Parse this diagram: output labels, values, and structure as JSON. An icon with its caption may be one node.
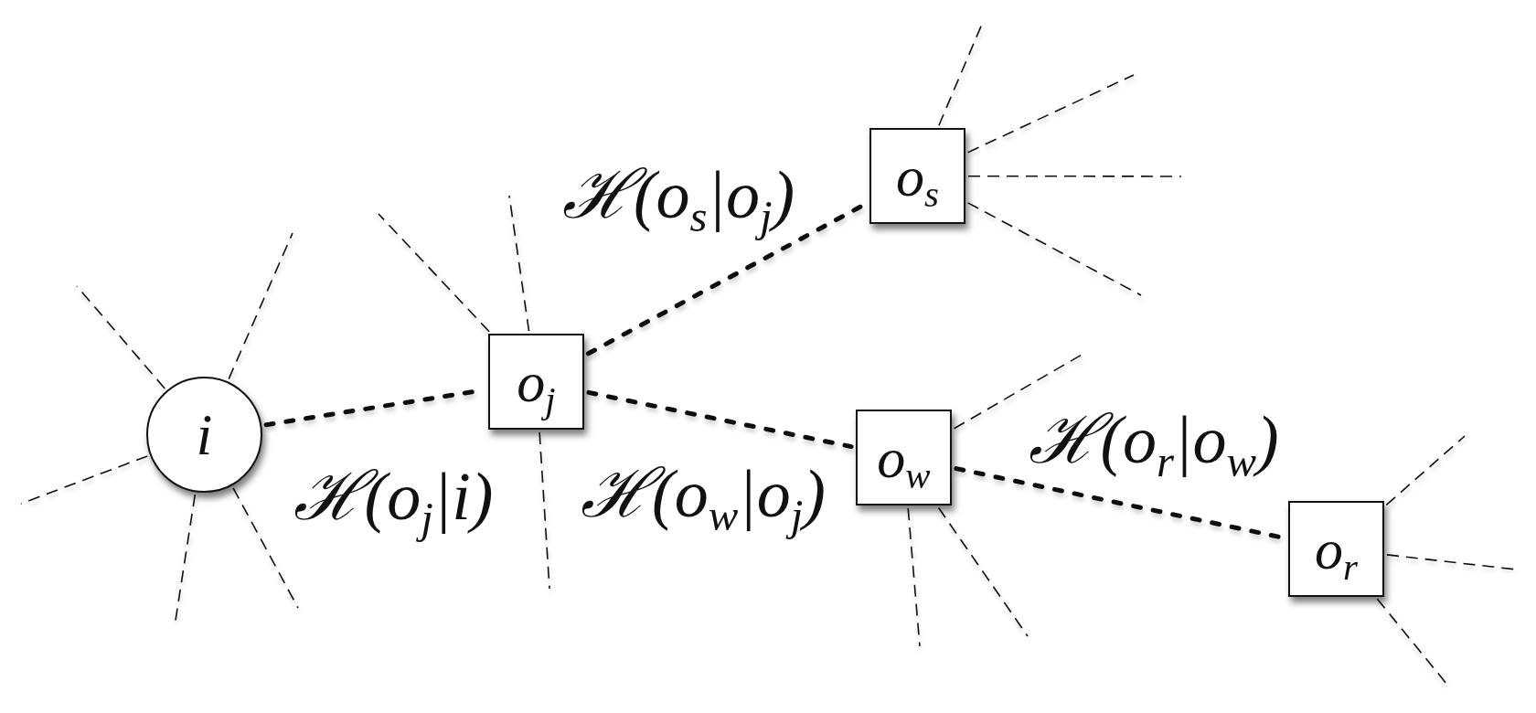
{
  "diagram": {
    "nodes": [
      {
        "text": [
          "i"
        ]
      },
      {
        "text": [
          "o$_{j}$"
        ]
      },
      {
        "text": [
          "o$_{s}$"
        ]
      },
      {
        "text": [
          "o$_{w}$"
        ]
      },
      {
        "text": [
          "o$_{r}$"
        ]
      }
    ],
    "edges": [
      {
        "from": 0,
        "to": 1,
        "arrow": "none",
        "label": "ℋ(o$_{j}$|i)",
        "style": "dashed"
      },
      {
        "from": 1,
        "to": 2,
        "arrow": "none",
        "label": "ℋ(o$_{s}$|o$_{j}$)",
        "style": "dashed"
      },
      {
        "from": 1,
        "to": 3,
        "arrow": "none",
        "label": "ℋ(o$_{w}$|o$_{j}$)",
        "style": "dashed"
      },
      {
        "from": 3,
        "to": 4,
        "arrow": "none",
        "label": "ℋ(o$_{r}$|o$_{w}$)",
        "style": "dashed"
      },
      {
        "from": 0,
        "to": null,
        "arrow": "none",
        "style": "dashed"
      },
      {
        "from": 0,
        "to": null,
        "arrow": "none",
        "style": "dashed"
      },
      {
        "from": 0,
        "to": null,
        "arrow": "none",
        "style": "dashed"
      },
      {
        "from": 0,
        "to": null,
        "arrow": "none",
        "style": "dashed"
      },
      {
        "from": 0,
        "to": null,
        "arrow": "none",
        "style": "dashed"
      },
      {
        "from": 1,
        "to": null,
        "arrow": "none",
        "style": "dashed"
      },
      {
        "from": 1,
        "to": null,
        "arrow": "none",
        "style": "dashed"
      },
      {
        "from": 1,
        "to": null,
        "arrow": "none",
        "style": "dashed"
      },
      {
        "from": 2,
        "to": null,
        "arrow": "none",
        "style": "dashed"
      },
      {
        "from": 2,
        "to": null,
        "arrow": "none",
        "style": "dashed"
      },
      {
        "from": 2,
        "to": null,
        "arrow": "none",
        "style": "dashed"
      },
      {
        "from": 2,
        "to": null,
        "arrow": "none",
        "style": "dashed"
      },
      {
        "from": 3,
        "to": null,
        "arrow": "none",
        "style": "dashed"
      },
      {
        "from": 3,
        "to": null,
        "arrow": "none",
        "style": "dashed"
      },
      {
        "from": 3,
        "to": null,
        "arrow": "none",
        "style": "dashed"
      },
      {
        "from": 4,
        "to": null,
        "arrow": "none",
        "style": "dashed"
      },
      {
        "from": 4,
        "to": null,
        "arrow": "none",
        "style": "dashed"
      },
      {
        "from": 4,
        "to": null,
        "arrow": "none",
        "style": "dashed"
      }
    ]
  }
}
